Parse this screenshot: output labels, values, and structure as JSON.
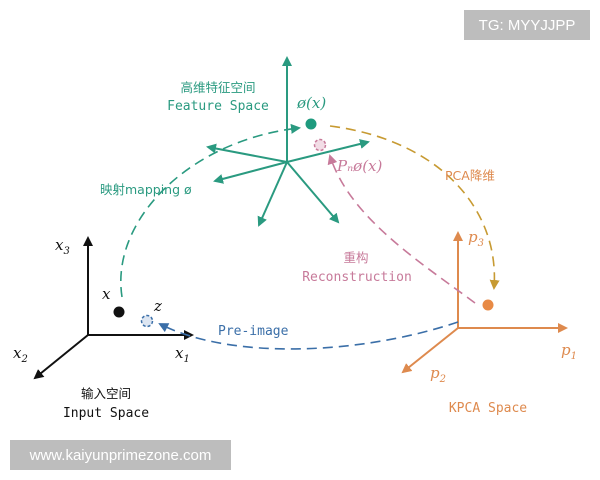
{
  "watermarks": {
    "top_right": "TG: MYYJJPP",
    "bottom_left": "www.kaiyunprimezone.com"
  },
  "colors": {
    "teal": "#2a9a80",
    "orange": "#de8a4e",
    "pink": "#c77a9a",
    "gold": "#c79a32",
    "blue": "#3b6fa8",
    "black": "#111111"
  },
  "feature_space": {
    "title_cn": "高维特征空间",
    "title_en": "Feature Space",
    "point_label": "ø(x)"
  },
  "input_space": {
    "title_cn": "输入空间",
    "title_en": "Input Space",
    "axes": {
      "x1": "x",
      "x1_sub": "1",
      "x2": "x",
      "x2_sub": "2",
      "x3": "x",
      "x3_sub": "3"
    },
    "point_x_label": "x",
    "point_z_label": "z"
  },
  "kpca_space": {
    "title_en": "KPCA Space",
    "axes": {
      "p1": "p",
      "p1_sub": "1",
      "p2": "p",
      "p2_sub": "2",
      "p3": "p",
      "p3_sub": "3"
    }
  },
  "arrows": {
    "mapping": "映射mapping ø",
    "projection": "Pₙø(x)",
    "pca": "PCA降维",
    "reconstruction_cn": "重构",
    "reconstruction_en": "Reconstruction",
    "preimage": "Pre-image"
  }
}
